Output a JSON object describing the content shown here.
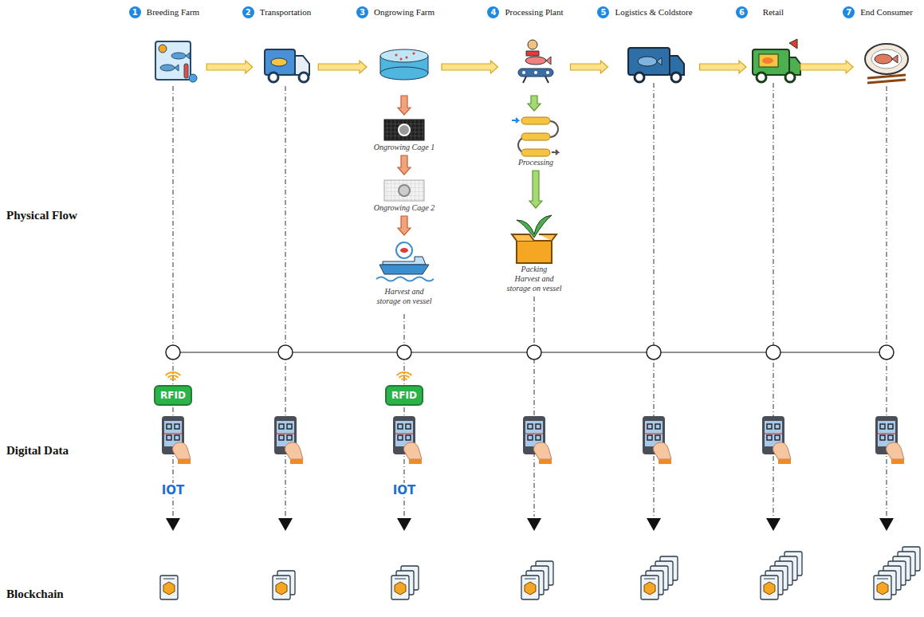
{
  "diagram": {
    "nodes": [
      {
        "text": [
          "Breeding Farm"
        ]
      },
      {
        "text": [
          "Transportation"
        ]
      },
      {
        "text": [
          "Ongrowing Farm"
        ]
      },
      {
        "text": [
          "Processing Plant"
        ]
      },
      {
        "text": [
          "Logistics & Coldstore"
        ]
      },
      {
        "text": [
          "Retail"
        ]
      },
      {
        "text": [
          "End Consumer"
        ]
      },
      {
        "text": [
          "Ongrowing Cage 1"
        ]
      },
      {
        "text": [
          "Ongrowing Cage 2"
        ]
      },
      {
        "text": [
          "Harvest and storage on vessel"
        ]
      },
      {
        "text": [
          "Processing"
        ]
      },
      {
        "text": [
          "Packing",
          "Harvest and storage on vessel"
        ]
      }
    ],
    "edges": [
      {
        "from": 0,
        "to": 1,
        "arrow": "to"
      },
      {
        "from": 1,
        "to": 2,
        "arrow": "to"
      },
      {
        "from": 2,
        "to": 3,
        "arrow": "to"
      },
      {
        "from": 3,
        "to": 4,
        "arrow": "to"
      },
      {
        "from": 4,
        "to": 5,
        "arrow": "to"
      },
      {
        "from": 5,
        "to": 6,
        "arrow": "to"
      },
      {
        "from": 2,
        "to": 7,
        "arrow": "to"
      },
      {
        "from": 7,
        "to": 8,
        "arrow": "to"
      },
      {
        "from": 8,
        "to": 9,
        "arrow": "to"
      },
      {
        "from": 3,
        "to": 10,
        "arrow": "to"
      },
      {
        "from": 10,
        "to": 11,
        "arrow": "to"
      }
    ],
    "labels": [
      "1",
      "2",
      "3",
      "4",
      "5",
      "6",
      "7",
      "Physical Flow",
      "Digital Data",
      "Blockchain",
      "RFID",
      "RFID",
      "IOT",
      "IOT"
    ]
  }
}
